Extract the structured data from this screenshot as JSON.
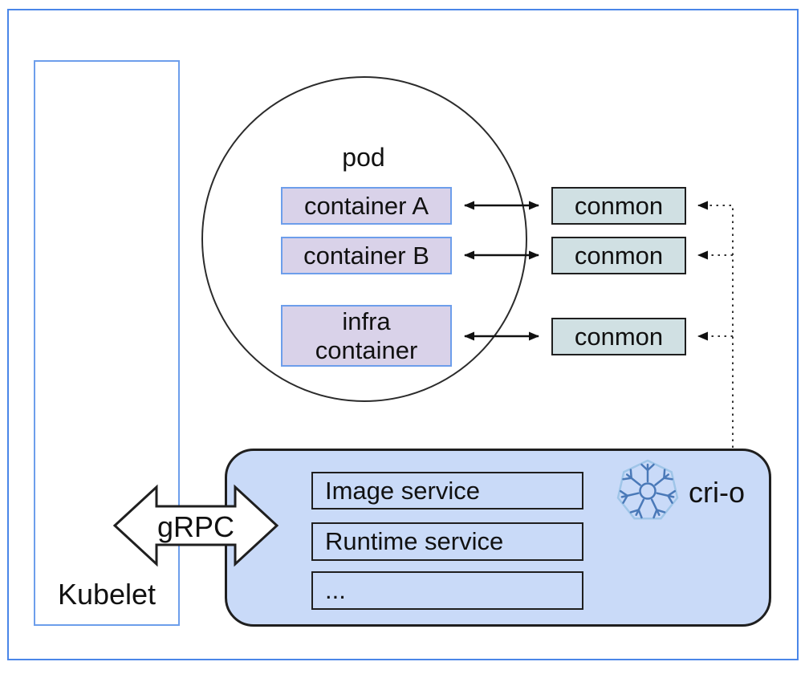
{
  "kubelet": {
    "label": "Kubelet"
  },
  "pod": {
    "label": "pod",
    "containers": [
      {
        "label": "container A"
      },
      {
        "label": "container B"
      },
      {
        "label": "infra\ncontainer"
      }
    ]
  },
  "conmons": [
    {
      "label": "conmon"
    },
    {
      "label": "conmon"
    },
    {
      "label": "conmon"
    }
  ],
  "grpc": {
    "label": "gRPC"
  },
  "crio": {
    "label": "cri-o",
    "logo_icon": "crio-snowflake-icon",
    "services": [
      {
        "label": "Image service"
      },
      {
        "label": "Runtime service"
      },
      {
        "label": "..."
      }
    ]
  },
  "colors": {
    "frame_border": "#4a86e8",
    "kubelet_border": "#6d9eeb",
    "container_fill": "#d9d2e9",
    "container_border": "#6d9eeb",
    "conmon_fill": "#d0e0e3",
    "crio_fill": "#c9daf8",
    "outline_dark": "#1f1f1f",
    "logo_blue": "#4a79b8",
    "logo_light_blue": "#9fc5e8"
  }
}
